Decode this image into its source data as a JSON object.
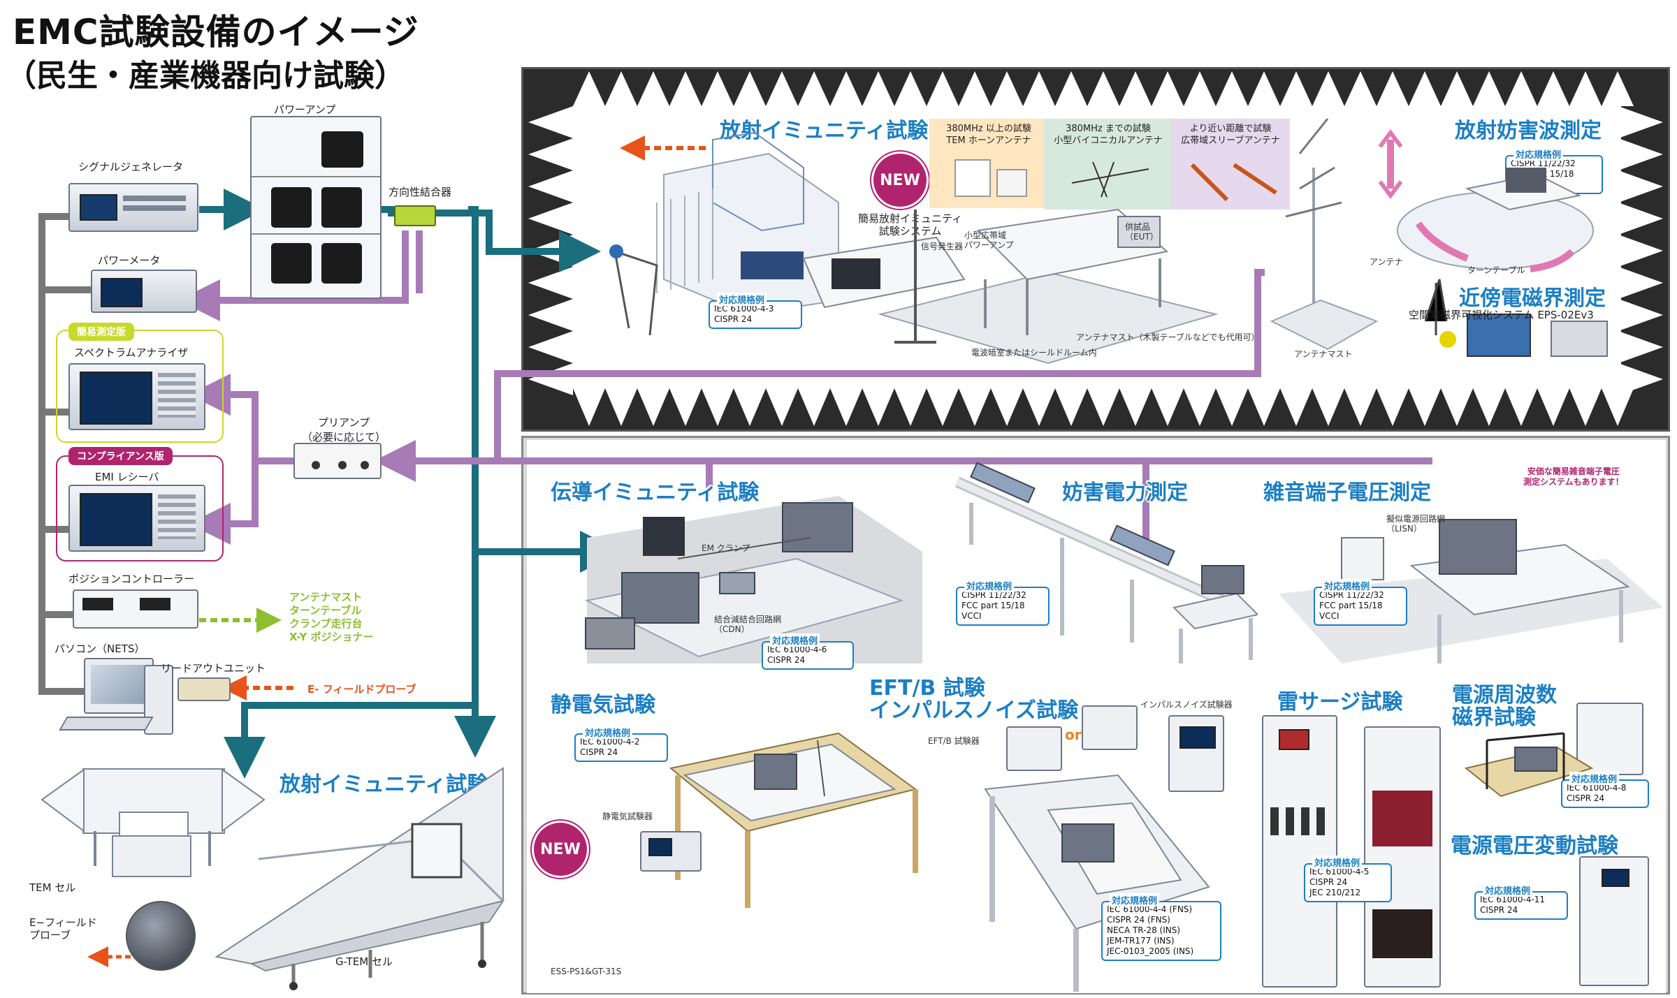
{
  "title": "EMC試験設備のイメージ",
  "subtitle": "（民生・産業機器向け試験）",
  "colors": {
    "teal": "#1a6e7e",
    "purple": "#a77bb6",
    "gray": "#777777",
    "blue": "#1b7fc4",
    "green": "#8dbf2e",
    "orange": "#e8531a",
    "pink": "#b0246e",
    "lime": "#c7d92b"
  },
  "left": {
    "power_amp": "パワーアンプ",
    "signal_gen": "シグナルジェネレータ",
    "coupler": "方向性結合器",
    "power_meter": "パワーメータ",
    "simple_badge": "簡易測定版",
    "spectrum": "スペクトラムアナライザ",
    "preamp": "プリアンプ\n（必要に応じて）",
    "compliance_badge": "コンプライアンス版",
    "emi_receiver": "EMI レシーバ",
    "position_controller": "ポジションコントローラー",
    "position_targets": [
      "アンテナマスト",
      "ターンテーブル",
      "クランプ走行台",
      "X-Y ポジショナー"
    ],
    "pc": "パソコン（NETS）",
    "readout": "リードアウトユニット",
    "efield_probe": "E- フィールドプローブ",
    "tem_cell": "TEM セル",
    "efield_probe2": "E−フィールド\nプローブ"
  },
  "top_room": {
    "rad_immunity": "放射イミュニティ試験",
    "new": "NEW",
    "simple_system": "簡易放射イミュニティ\n試験システム",
    "ant1": "380MHz 以上の試験\nTEM ホーンアンテナ",
    "ant2": "380MHz までの試験\n小型バイコニカルアンテナ",
    "ant3": "より近い距離で試験\n広帯域スリーブアンテナ",
    "small_amp": "小型広帯域\nパワーアンプ",
    "sig_gen": "信号発生器",
    "eut": "供試品\n（EUT）",
    "ant_mast_note": "アンテナマスト（木製テーブルなどでも代用可）",
    "room_note": "電波暗室またはシールドルーム内",
    "rad_std": [
      "IEC 61000-4-3",
      "CISPR 24"
    ],
    "rad_emission": "放射妨害波測定",
    "rad_emission_std": [
      "CISPR 11/22/32",
      "FCC part 15/18",
      "VCCI"
    ],
    "antenna": "アンテナ",
    "turntable": "ターンテーブル",
    "antenna_mast": "アンテナマスト",
    "near_field": "近傍電磁界測定",
    "near_field_sys": "空間電磁界可視化システム EPS-02Ev3"
  },
  "bottom_room": {
    "conducted_immunity": "伝導イミュニティ試験",
    "em_clamp": "EM クランプ",
    "cdn": "結合減結合回路網\n（CDN）",
    "conducted_std": [
      "IEC 61000-4-6",
      "CISPR 24"
    ],
    "disturbance_power": "妨害電力測定",
    "disturbance_std": [
      "CISPR 11/22/32",
      "FCC part 15/18",
      "VCCI"
    ],
    "terminal_voltage": "雑音端子電圧測定",
    "lisn": "擬似電源回路網\n（LISN）",
    "terminal_std": [
      "CISPR 11/22/32",
      "FCC part 15/18",
      "VCCI"
    ],
    "cheap_note": "安価な簡易雑音端子電圧\n測定システムもあります！",
    "esd": "静電気試験",
    "esd_std": [
      "IEC 61000-4-2",
      "CISPR 24"
    ],
    "esd_tester": "静電気試験器",
    "esd_model": "ESS-PS1&GT-31S",
    "eft": "EFT/B 試験\nインパルスノイズ試験",
    "eft_tester": "EFT/B 試験器",
    "or": "or",
    "impulse_tester": "インパルスノイズ試験器",
    "eft_std": [
      "IEC 61000-4-4 (FNS)",
      "CISPR 24 (FNS)",
      "NECA TR-28 (INS)",
      "JEM-TR177 (INS)",
      "JEC-0103_2005 (INS)"
    ],
    "surge": "雷サージ試験",
    "surge_std": [
      "IEC 61000-4-5",
      "CISPR 24",
      "JEC 210/212"
    ],
    "pf_magnetic": "電源周波数\n磁界試験",
    "pf_std": [
      "IEC 61000-4-8",
      "CISPR 24"
    ],
    "voltage_var": "電源電圧変動試験",
    "voltage_std": [
      "IEC 61000-4-11",
      "CISPR 24"
    ],
    "gtem_title": "放射イミュニティ試験",
    "gtem": "G-TEM セル"
  },
  "std_header": "対応規格例"
}
